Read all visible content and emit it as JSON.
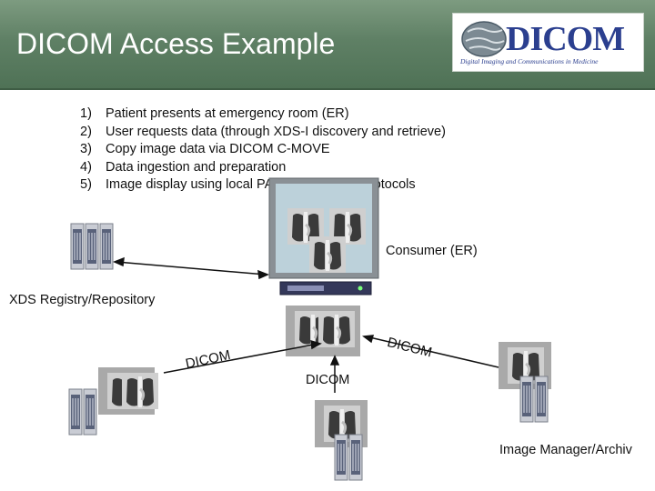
{
  "header": {
    "title": "DICOM Access Example",
    "logo_text": "DICOM",
    "logo_subtitle": "Digital Imaging and Communications in Medicine",
    "background_color": "#5f8065"
  },
  "steps": [
    {
      "num": "1)",
      "text": "Patient presents at emergency room (ER)"
    },
    {
      "num": "2)",
      "text": "User requests data (through XDS-I discovery and retrieve)"
    },
    {
      "num": "3)",
      "text": "Copy image data via DICOM C-MOVE"
    },
    {
      "num": "4)",
      "text": "Data ingestion and preparation"
    },
    {
      "num": "5)",
      "text": "Image display using local PACS proprietary protocols"
    }
  ],
  "diagram": {
    "consumer_label": "Consumer (ER)",
    "registry_label": "XDS Registry/Repository",
    "dicom_center_label": "DICOM",
    "dicom_left_label": "DICOM",
    "dicom_right_label": "DICOM",
    "image_manager_label": "Image Manager/Archiv",
    "icons": [
      "server-rack-icon",
      "monitor-icon",
      "chest-xray-icon"
    ]
  }
}
